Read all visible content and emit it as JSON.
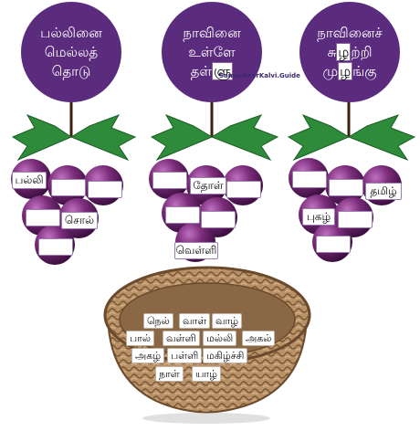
{
  "circles": [
    {
      "lines": [
        "பல்லினை",
        "மெல்லத்",
        "தொடு"
      ]
    },
    {
      "lines": [
        "நாவினை",
        "உள்ளே"
      ],
      "last_pre": "தள்",
      "last_hl": "ளு"
    },
    {
      "lines": [
        "நாவினைச்"
      ],
      "l2_pre": "சு",
      "l2_hl": "ழ",
      "l2_post": "ற்றி",
      "l3_pre": "மு",
      "l3_hl": "ழ",
      "l3_post": "ங்கு"
    }
  ],
  "watermark": "SamacheerKalvi.Guide",
  "grapes": {
    "g1": [
      "பல்லி",
      "",
      "",
      "",
      "சொல்",
      ""
    ],
    "g2": [
      "",
      "தோள்",
      "",
      "",
      "",
      "வெள்ளி"
    ],
    "g3": [
      "",
      "",
      "தமிழ்",
      "புகழ்",
      "",
      ""
    ]
  },
  "basket_words": {
    "row1": [
      "நெல்",
      "வாள்",
      "வாழ்"
    ],
    "row2": [
      "பால்",
      "வள்ளி",
      "மல்லி",
      "அகல்"
    ],
    "row3": [
      "அகழ்",
      "பள்ளி",
      "மகிழ்ச்சி"
    ],
    "row4": [
      "நாள்",
      "யாழ்"
    ]
  },
  "colors": {
    "purple": "#5b2c7e",
    "grape": "#7b2d7a",
    "leaf": "#2e8b3a",
    "basket": "#a8855e"
  }
}
